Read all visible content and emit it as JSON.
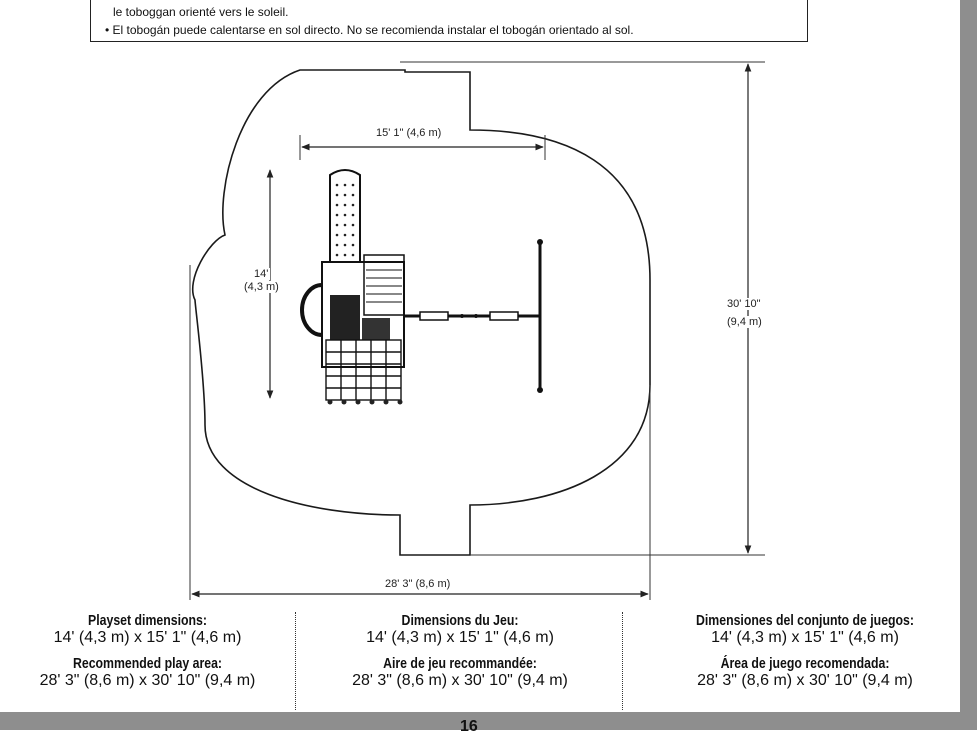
{
  "notice": {
    "line1": "le toboggan orienté vers le soleil.",
    "line2": "• El tobogán puede calentarse en sol directo. No se recomienda instalar el tobogán orientado al sol."
  },
  "diagram": {
    "playset_width_label": "15' 1\" (4,6 m)",
    "playset_depth_label_1": "14'",
    "playset_depth_label_2": "(4,3 m)",
    "area_height_label_1": "30' 10\"",
    "area_height_label_2": "(9,4 m)",
    "area_width_label": "28' 3\" (8,6 m)"
  },
  "columns": {
    "english": {
      "playset_heading": "Playset dimensions:",
      "playset_value": "14' (4,3 m) x 15' 1\" (4,6 m)",
      "area_heading": "Recommended play area:",
      "area_value": "28' 3\" (8,6 m) x 30' 10\" (9,4 m)"
    },
    "french": {
      "playset_heading": "Dimensions du Jeu:",
      "playset_value": "14' (4,3 m) x 15' 1\" (4,6 m)",
      "area_heading": "Aire de jeu recommandée:",
      "area_value": "28' 3\" (8,6 m) x 30' 10\" (9,4 m)"
    },
    "spanish": {
      "playset_heading": "Dimensiones del conjunto de juegos:",
      "playset_value": "14' (4,3 m) x 15' 1\" (4,6 m)",
      "area_heading": "Área de juego recomendada:",
      "area_value": "28' 3\" (8,6 m) x 30' 10\" (9,4 m)"
    }
  },
  "page": {
    "number": "16"
  }
}
